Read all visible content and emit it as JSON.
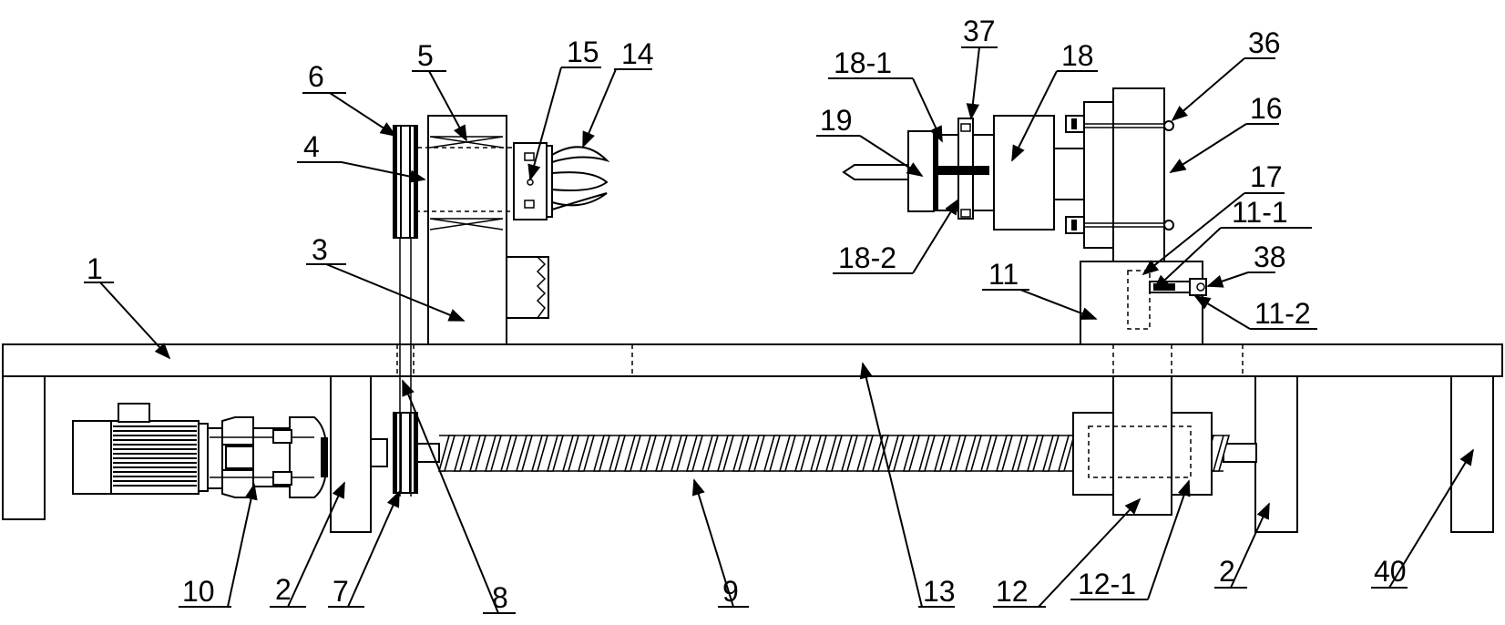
{
  "labels": {
    "l1": "1",
    "l2a": "2",
    "l2b": "2",
    "l3": "3",
    "l4": "4",
    "l5": "5",
    "l6": "6",
    "l7": "7",
    "l8": "8",
    "l9": "9",
    "l10": "10",
    "l11": "11",
    "l11_1": "11-1",
    "l11_2": "11-2",
    "l12": "12",
    "l12_1": "12-1",
    "l13": "13",
    "l14": "14",
    "l15": "15",
    "l16": "16",
    "l17": "17",
    "l18": "18",
    "l18_1": "18-1",
    "l18_2": "18-2",
    "l19": "19",
    "l36": "36",
    "l37": "37",
    "l38": "38",
    "l40": "40"
  }
}
